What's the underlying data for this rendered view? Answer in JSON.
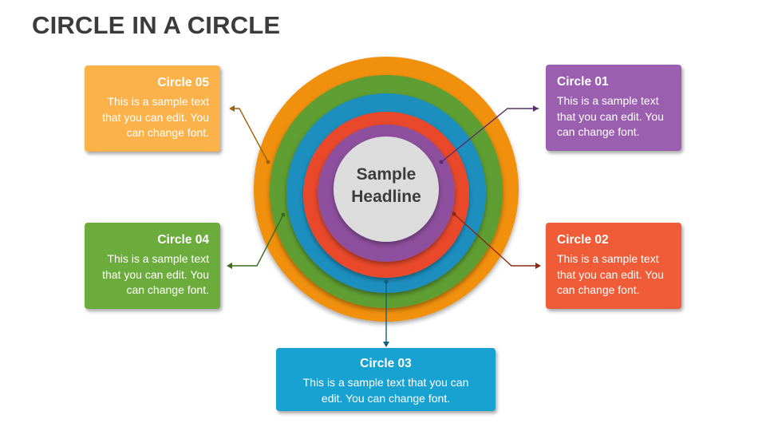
{
  "title": "CIRCLE IN A CIRCLE",
  "headline": {
    "line1": "Sample",
    "line2": "Headline"
  },
  "colors": {
    "circle01": "#8e4f9e",
    "circle02": "#e9482a",
    "circle03": "#1a8fbf",
    "circle04": "#5f9e32",
    "circle05": "#f0900f",
    "center": "#dcdcdc",
    "box01": "#9b5fb0",
    "box02": "#f05b38",
    "box03": "#18a2d2",
    "box04": "#6cac3c",
    "box05": "#fbb24a"
  },
  "boxes": {
    "c01": {
      "title": "Circle 01",
      "text": "This is a sample text that you can edit. You can change font."
    },
    "c02": {
      "title": "Circle 02",
      "text": "This is a sample text that you can edit. You can change font."
    },
    "c03": {
      "title": "Circle 03",
      "text": "This is a sample text that you can edit. You can change font."
    },
    "c04": {
      "title": "Circle 04",
      "text": "This is a sample text that you can edit. You can change font."
    },
    "c05": {
      "title": "Circle 05",
      "text": "This is a sample text that you can edit. You can change font."
    }
  }
}
